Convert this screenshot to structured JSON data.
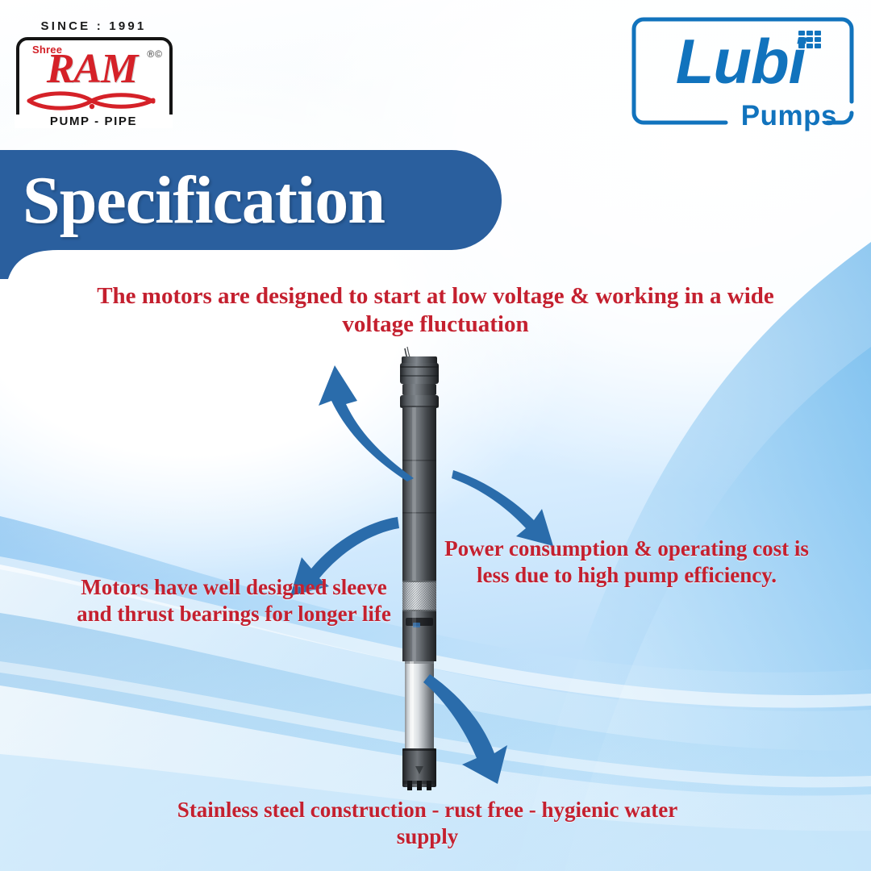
{
  "brand": {
    "ram_logo": {
      "since": "SINCE : 1991",
      "shree": "Shree",
      "name": "RAM",
      "trademark": "®©",
      "tagline": "PUMP - PIPE"
    },
    "lubi_logo": {
      "name": "Lubi",
      "sub": "Pumps"
    }
  },
  "banner": {
    "title": "Specification",
    "bg_color": "#2a5f9e",
    "text_color": "#ffffff"
  },
  "captions": {
    "top": "The motors are designed to start at low voltage & working in a wide voltage fluctuation",
    "left": "Motors have well designed sleeve and thrust bearings for longer life",
    "right": "Power consumption & operating cost is less due to high pump efficiency.",
    "bottom": "Stainless steel construction - rust free - hygienic water supply"
  },
  "colors": {
    "caption_red": "#c4202f",
    "brand_blue": "#1173bd",
    "arrow_blue": "#2a6cab",
    "banner_blue": "#2a5f9e",
    "logo_red": "#d52128",
    "background_blue": "#a8d5f6"
  },
  "product": {
    "name": "submersible-pump",
    "sections": [
      "motor-cap",
      "motor-body",
      "knurled-band",
      "coupling",
      "stainless-pump-body",
      "suction-end"
    ]
  },
  "arrows": [
    {
      "name": "arrow-to-top-caption",
      "direction": "up-left"
    },
    {
      "name": "arrow-to-right-caption",
      "direction": "down-right"
    },
    {
      "name": "arrow-to-left-caption",
      "direction": "down-left"
    },
    {
      "name": "arrow-to-bottom-caption",
      "direction": "down"
    }
  ]
}
